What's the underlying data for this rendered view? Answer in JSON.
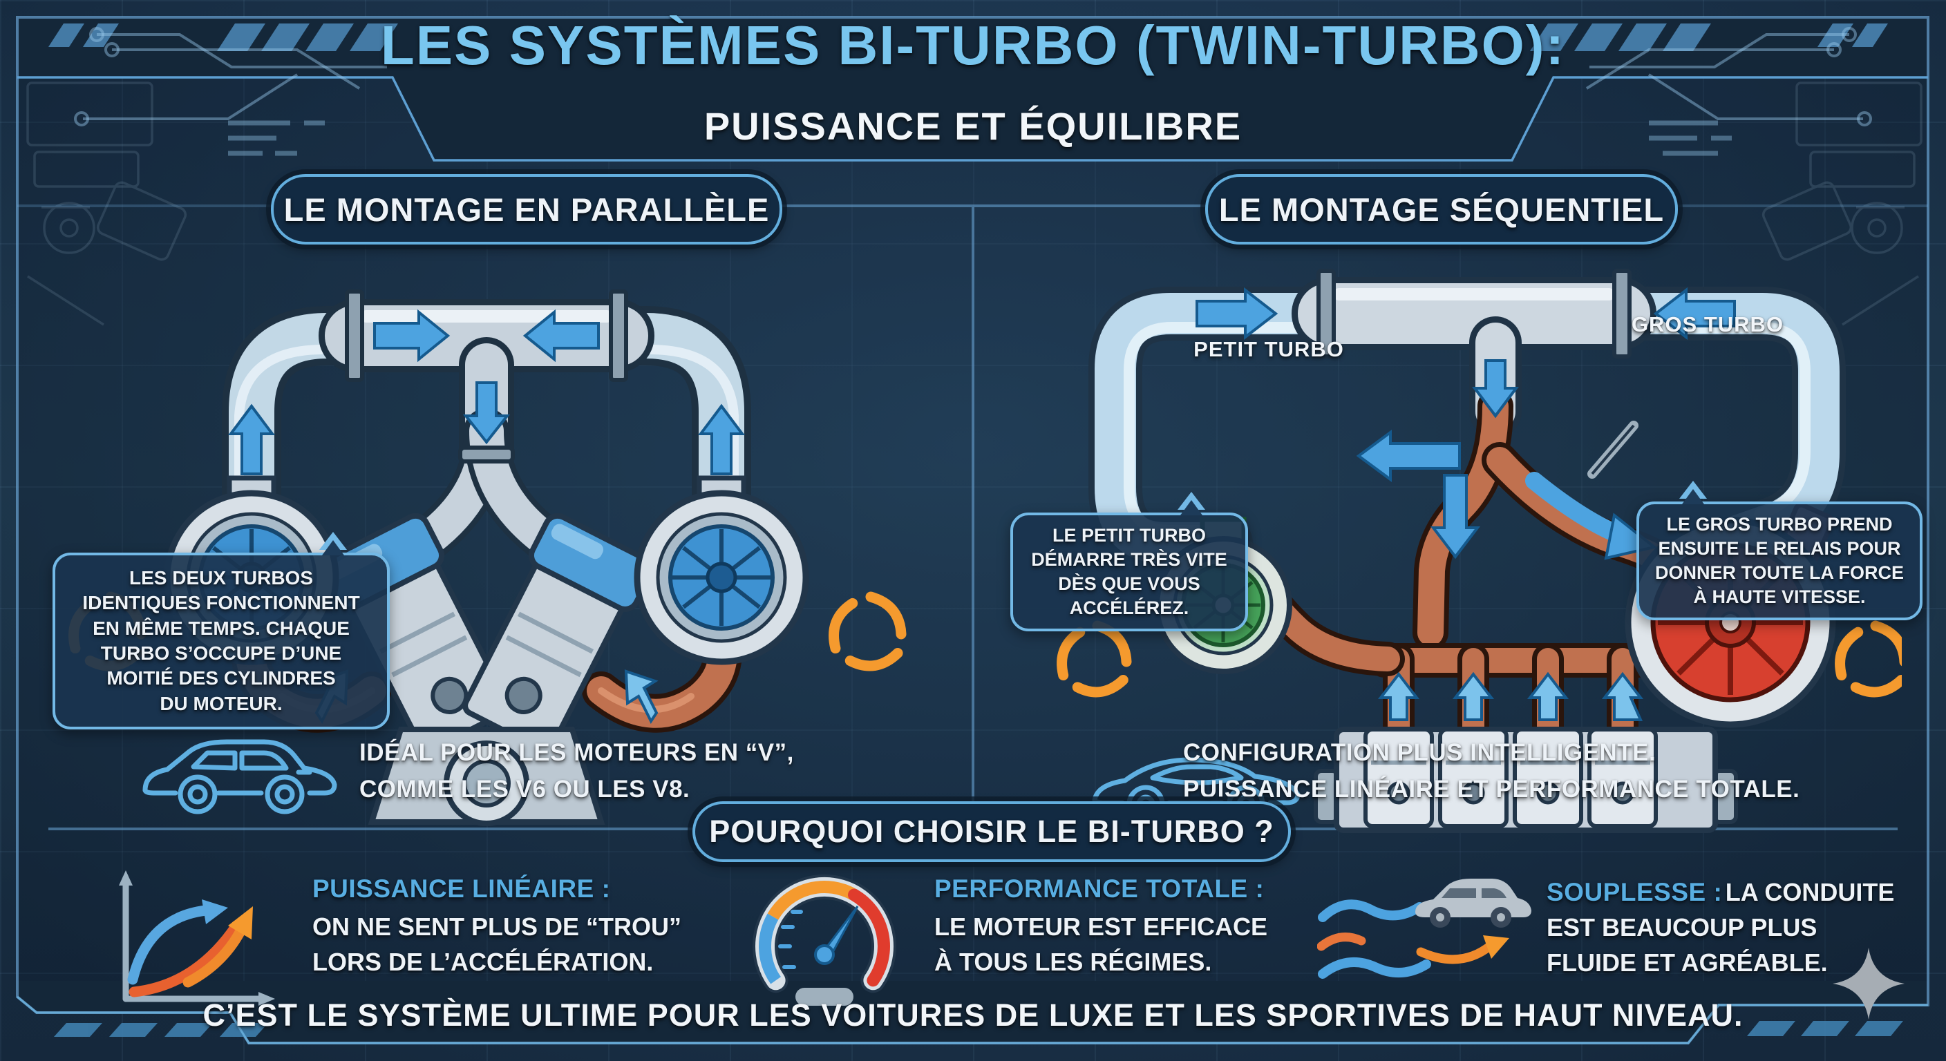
{
  "title": {
    "main": "LES SYSTÈMES BI-TURBO (TWIN-TURBO):",
    "subtitle": "PUISSANCE ET ÉQUILIBRE"
  },
  "sections": {
    "parallel": {
      "header": "LE MONTAGE EN PARALLÈLE",
      "bubble": "LES DEUX TURBOS\nIDENTIQUES FONCTIONNENT\nEN MÊME TEMPS. CHAQUE\nTURBO S’OCCUPE D’UNE\nMOITIÉ DES CYLINDRES\nDU MOTEUR.",
      "caption": "IDÉAL POUR LES MOTEURS EN “V”,\nCOMME LES V6 OU LES V8."
    },
    "sequential": {
      "header": "LE MONTAGE SÉQUENTIEL",
      "label_small": "PETIT TURBO",
      "label_big": "GROS TURBO",
      "bubble_small": "LE PETIT TURBO\nDÉMARRE TRÈS VITE\nDÈS QUE VOUS\nACCÉLÉREZ.",
      "bubble_big": "LE GROS TURBO PREND\nENSUITE LE RELAIS POUR\nDONNER TOUTE LA FORCE\nÀ HAUTE VITESSE.",
      "caption": "CONFIGURATION PLUS INTELLIGENTE.\nPUISSANCE LINÉAIRE ET PERFORMANCE TOTALE."
    }
  },
  "why": {
    "header": "POURQUOI CHOISIR LE BI-TURBO ?",
    "features": [
      {
        "icon": "growth-chart-icon",
        "label": "PUISSANCE LINÉAIRE :",
        "text": "ON NE SENT PLUS DE “TROU”\nLORS DE L’ACCÉLÉRATION."
      },
      {
        "icon": "speedometer-icon",
        "label": "PERFORMANCE TOTALE :",
        "text": "LE MOTEUR EST EFFICACE\nÀ TOUS LES RÉGIMES."
      },
      {
        "icon": "airflow-car-icon",
        "label": "SOUPLESSE :",
        "text": "LA CONDUITE\nEST BEAUCOUP PLUS\nFLUIDE ET AGRÉABLE."
      }
    ]
  },
  "footer": "C’EST LE SYSTÈME ULTIME POUR LES VOITURES DE LUXE ET LES SPORTIVES DE HAUT NIVEAU.",
  "colors": {
    "accent_blue": "#63aede",
    "title_blue": "#79c6ef",
    "arrow_blue": "#4da3e0",
    "orange": "#f59a2e",
    "copper": "#c0714f",
    "small_turbo_green": "#46a35a",
    "big_turbo_red": "#d7402f",
    "panel_dark": "#142739",
    "text_white": "#eef3f8"
  }
}
